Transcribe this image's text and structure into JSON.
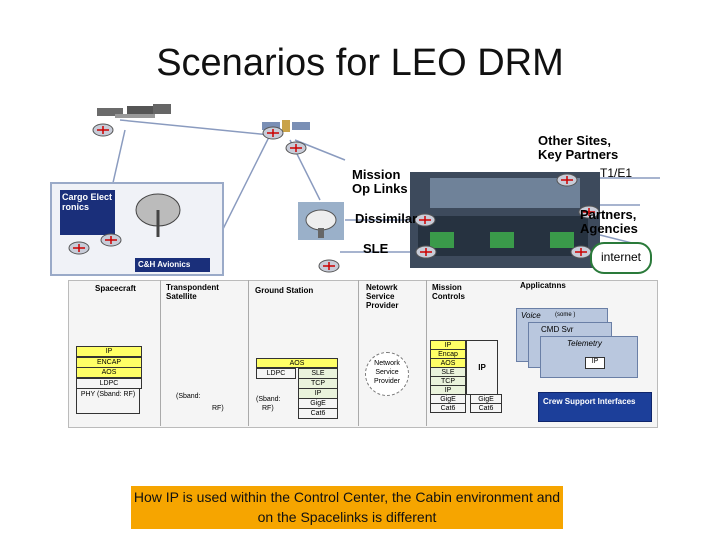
{
  "title": "Scenarios for LEO DRM",
  "labels": {
    "cargo": "Cargo Elect ronics",
    "cdh": "C&H Avionics",
    "mission_op_links": "Mission Op Links",
    "dissimilar": "Dissimilar",
    "sle": "SLE",
    "other_sites": "Other Sites, Key Partners",
    "t1e1": "T1/E1",
    "partners": "Partners, Agencies",
    "internet": "internet",
    "spacecraft": "Spacecraft",
    "transpondent": "Transpondent Satellite",
    "ground_station": "Ground Station",
    "network_provider": "Netowrk Service Provider",
    "mission_controls": "Mission Controls",
    "applications": "Applicatnns",
    "voice": "Voice",
    "voice_note": "(some   )",
    "cmd_svr": "CMD Svr",
    "telemetry": "Telemetry",
    "network_cloud": "Network Service Provider",
    "crew_support": "Crew Support Interfaces",
    "sband1": "(Sband:",
    "rf1": "RF)",
    "sband2": "(Sband:",
    "rf2": "RF)",
    "ip_small": "IP",
    "ip_big": "IP"
  },
  "spacecraft_stack": [
    "IP",
    "ENCAP",
    "AOS",
    "LDPC",
    "PHY (Sband: RF)"
  ],
  "ground_stack_left": [
    "AOS",
    "LDPC"
  ],
  "ground_stack_right": [
    "SLE",
    "TCP",
    "IP",
    "GigE",
    "Cat6"
  ],
  "mission_stack": [
    "IP",
    "Encap",
    "AOS",
    "SLE",
    "TCP",
    "IP",
    "GigE",
    "Cat6"
  ],
  "mission_stack_right": [
    "GigE",
    "Cat6"
  ],
  "caption": "How IP is used within the Control Center, the Cabin environment and on the Spacelinks is different",
  "colors": {
    "caption_bg": "#f6a500",
    "stack_yellow": "#ffff66",
    "blue_box": "#1c3f9a",
    "panel": "#b9c7de"
  }
}
